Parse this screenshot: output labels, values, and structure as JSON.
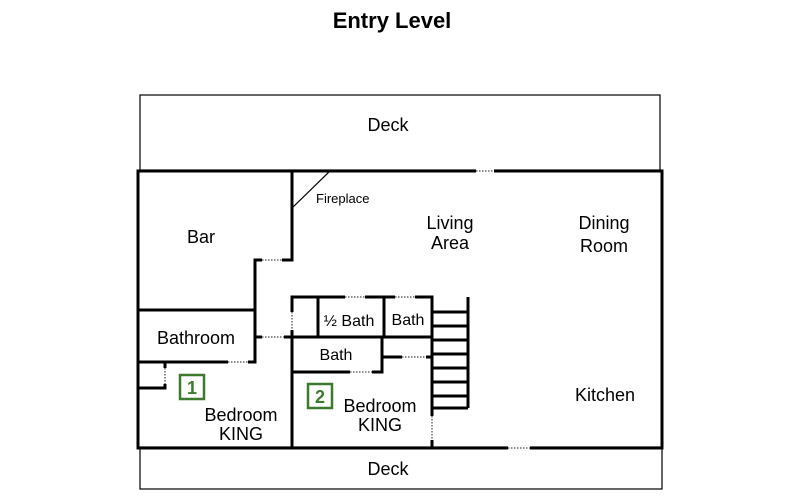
{
  "title": "Entry Level",
  "rooms": {
    "deck_top": "Deck",
    "deck_bottom": "Deck",
    "bar": "Bar",
    "fireplace": "Fireplace",
    "living_1": "Living",
    "living_2": "Area",
    "dining_1": "Dining",
    "dining_2": "Room",
    "bathroom": "Bathroom",
    "half_bath": "½ Bath",
    "bath_upper": "Bath",
    "bath_lower": "Bath",
    "kitchen": "Kitchen",
    "bedroom1_1": "Bedroom",
    "bedroom1_2": "KING",
    "bedroom2_1": "Bedroom",
    "bedroom2_2": "KING"
  },
  "badges": {
    "bedroom1": "1",
    "bedroom2": "2"
  },
  "colors": {
    "walls": "#000000",
    "badge": "#3d7a2e",
    "door": "#666666"
  }
}
